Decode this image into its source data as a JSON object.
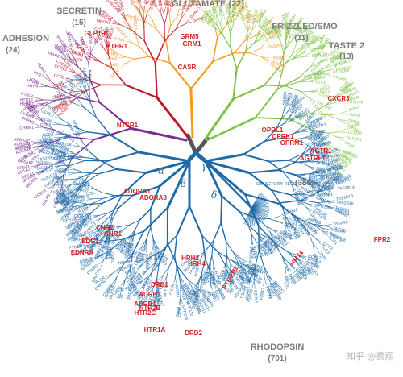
{
  "families": [
    {
      "key": "secretin",
      "name": "SECRETIN",
      "count": "(15)",
      "color": "#c0182b"
    },
    {
      "key": "glutamate",
      "name": "GLUTAMATE",
      "count": "(22)",
      "color": "#f39a1e"
    },
    {
      "key": "adhesion",
      "name": "ADHESION",
      "count": "(24)",
      "color": "#7b2f8f"
    },
    {
      "key": "frizzled",
      "name": "FRIZZLED/SMO",
      "count": "(11)",
      "color": "#7cc242"
    },
    {
      "key": "taste2",
      "name": "TASTE 2",
      "count": "(13)",
      "color": "#7cc242"
    },
    {
      "key": "rhodopsin",
      "name": "RHODOPSIN",
      "count": "(701)",
      "color": "#1f6aa8"
    }
  ],
  "greek": {
    "alpha": "α",
    "beta": "β",
    "gamma": "γ",
    "delta": "δ"
  },
  "olfactory": {
    "label": "OLFACTORY RECEPTORS",
    "count": "(388)"
  },
  "highlighted": [
    "GLP1R",
    "PTHR1",
    "GRM5",
    "GRM1",
    "CASR",
    "CXCR3",
    "NTSR1",
    "OPRL1",
    "OPRK1",
    "OPRM1",
    "AGTR1",
    "AGTRL1",
    "ADORA1",
    "ADORA3",
    "CNR2",
    "CNR1",
    "EDG1",
    "EDNRA",
    "HRH2",
    "HRH4",
    "PTGER2",
    "HM74",
    "FPR2",
    "DRD1",
    "ADRB2",
    "ADRB1",
    "HTR2C",
    "HTR2B",
    "HTR1A",
    "DRD2"
  ],
  "leaves": [
    "GRM7",
    "GRM8",
    "GRM3",
    "GRM2",
    "GRM4",
    "GRM6",
    "TAS1R3",
    "TAS1R2",
    "TAS1R1",
    "GPRC6A",
    "GABBR1",
    "GABBR2",
    "GPR156",
    "GPR158",
    "GPR179",
    "GPRC5A",
    "GPRC5B",
    "GPRC5C",
    "GPRC5D",
    "GPR98",
    "FZD7",
    "FZD2",
    "FZD1",
    "FZD8",
    "FZD5",
    "FZD4",
    "FZD9",
    "FZD10",
    "FZD3",
    "FZD6",
    "SMO",
    "TAS2R13",
    "TAS2R10",
    "TAS2R14",
    "TAS2R19",
    "TAS2R16",
    "TAS2R1",
    "TAS2R3",
    "TAS2R4",
    "TAS2R5",
    "TAS2R7",
    "TAS2R8",
    "TAS2R9",
    "TAS2R38",
    "CCR1",
    "CCR2",
    "CCR3",
    "CCR5",
    "CCR8",
    "CCRL2",
    "CXCR4",
    "CXCR5",
    "CXCR6",
    "CX3CR1",
    "XCR1",
    "CCR10",
    "FPR1",
    "FPR3",
    "FSHR",
    "LHCGR",
    "TSHR",
    "LGR4",
    "LGR5",
    "LGR6",
    "MRGX1",
    "MRGX2",
    "MRGX3",
    "MRGX4",
    "GPR109B",
    "GPR81",
    "P2RY1",
    "P2RY2",
    "P2RY4",
    "P2RY6",
    "C5AR1",
    "C3AR1",
    "BDKRB1",
    "BDKRB2",
    "GPR33",
    "SSTR1",
    "SSTR2",
    "SSTR3",
    "SSTR4",
    "SSTR5",
    "NPBW1",
    "NPBW2",
    "GPR7",
    "GPR8",
    "GALR1",
    "GALR2",
    "GALR3",
    "KISS1R",
    "MCHR1",
    "MCHR2",
    "OR1A1",
    "OR1A2",
    "OR2A1",
    "OR5A1",
    "BLTR1",
    "BLTR2",
    "ADRA1A",
    "ADRA1B",
    "ADRA1D",
    "ADRA2A",
    "ADRA2B",
    "ADRA2C",
    "CHRM1",
    "CHRM2",
    "CHRM3",
    "CHRM4",
    "CHRM5",
    "DRD3",
    "DRD4",
    "DRD5",
    "HTR1B",
    "HTR1D",
    "HTR1E",
    "HTR1F",
    "HTR2A",
    "HTR4",
    "HTR5A",
    "HTR6",
    "HTR7",
    "TAAR1",
    "TAAR2",
    "OPN3",
    "OPN4",
    "OPN5",
    "RHO",
    "OPN1SW",
    "OPN1LW",
    "OPN1MW",
    "RRH",
    "RGR",
    "MC1R",
    "MC2R",
    "MC3R",
    "MC4R",
    "MC5R",
    "EDG2",
    "EDG3",
    "EDG4",
    "EDG5",
    "EDG6",
    "EDG7",
    "EDG8",
    "EDNRB",
    "ETBRLP1",
    "ETBRLP2",
    "GPR3",
    "GPR6",
    "GPR12",
    "AVPR1A",
    "AVPR1B",
    "AVPR2",
    "OXTR",
    "NPY1R",
    "NPY2R",
    "NPY5R",
    "TACR1",
    "TACR2",
    "TACR3",
    "NPFFR1",
    "NPFFR2",
    "TRHR",
    "GNRHR",
    "GHSR",
    "MTLR",
    "NMUR1",
    "NMUR2",
    "NTSR2",
    "HCRTR1",
    "GPR115",
    "GPR113",
    "GPR111",
    "GPR116",
    "GPR110",
    "GPR114",
    "CD97",
    "EMR1",
    "EMR2",
    "EMR3",
    "ETL",
    "LEC1",
    "LEC2",
    "LEC3",
    "CELSR1",
    "CELSR2",
    "CELSR3",
    "BAI1",
    "BAI2",
    "BAI3",
    "VIPR1",
    "VIPR2",
    "PAC1",
    "SCTR",
    "GCGR",
    "GIPR",
    "GLP2R",
    "GHRHR",
    "CRHR1",
    "CRHR2",
    "CALCR",
    "CALCRL",
    "PTHR2",
    "GPR119",
    "GPR55",
    "GPR18",
    "PTGER1",
    "PTGER3",
    "PTGER4",
    "PTGFR",
    "PTGIR",
    "TBXA2R",
    "HRH1",
    "HRH3",
    "GPR45",
    "GPR63",
    "PTAFR",
    "FKSG80",
    "MAS1",
    "GPR1",
    "GPR4",
    "GPR30",
    "CCKAR",
    "CCKBR",
    "TMTXR1",
    "UR2R",
    "NPFFR3",
    "GPR39",
    "GPR78",
    "GPR61",
    "GPR62",
    "GPR26",
    "SREB1",
    "SREB2",
    "SREB3",
    "GPR21",
    "GPR52",
    "GPR85",
    "GPR27",
    "GPR101",
    "GPR161",
    "GPR17",
    "GPR87",
    "P2RY12",
    "P2RY13",
    "P2RY14",
    "GPR34",
    "GPR171",
    "CYSLTR1",
    "CYSLTR2",
    "GPR31",
    "GPR132",
    "GPR68",
    "GPR65",
    "GPR19",
    "GPR37",
    "GPR37L1",
    "LTB4R",
    "OXGR1",
    "SUCNR1",
    "FFAR1",
    "FFAR2",
    "FFAR3",
    "GPR32",
    "GPR44",
    "GPR174",
    "GPR35",
    "GPR84",
    "GPR82",
    "GPR141",
    "MCHR3",
    "NTSR3",
    "GPR83",
    "GPR50",
    "MTNR1A",
    "MTNR1B",
    "GPR88",
    "GPR22",
    "GPR15",
    "GPR25",
    "GPR42",
    "GPR20",
    "GPR135",
    "GPR173",
    "GPR176",
    "GPR150",
    "GPR151",
    "GPR153",
    "GPR160",
    "GPR162",
    "GPR182",
    "GPR183",
    "GPR75"
  ],
  "watermark": "知乎 @费翔"
}
